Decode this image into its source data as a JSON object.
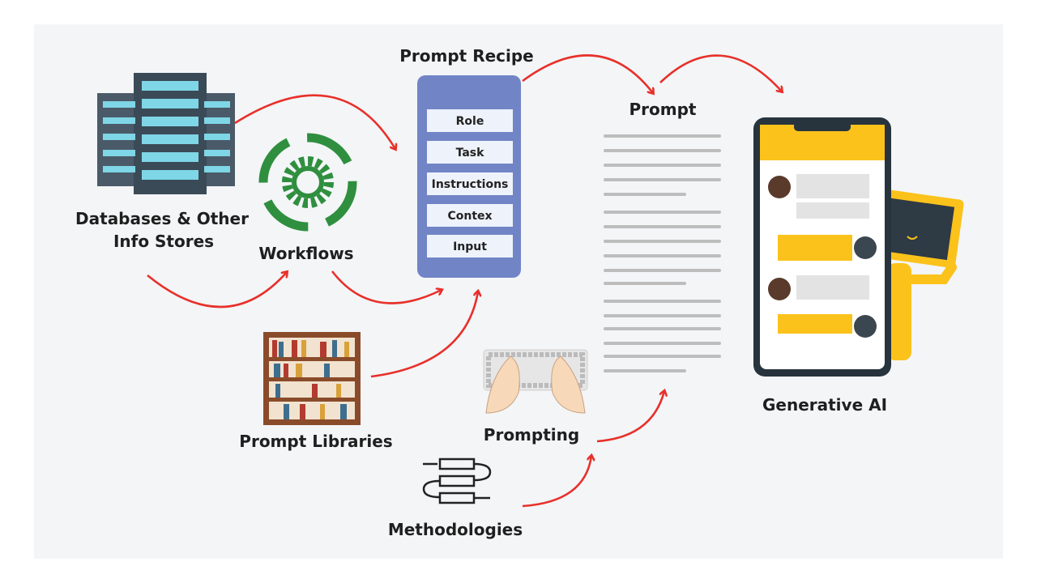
{
  "labels": {
    "prompt_recipe": "Prompt Recipe",
    "prompt": "Prompt",
    "databases_line1": "Databases & Other",
    "databases_line2": "Info Stores",
    "workflows": "Workflows",
    "prompt_libraries": "Prompt Libraries",
    "prompting": "Prompting",
    "methodologies": "Methodologies",
    "generative_ai": "Generative AI"
  },
  "recipe_items": [
    "Role",
    "Task",
    "Instructions",
    "Contex",
    "Input"
  ],
  "colors": {
    "arrow": "#e8302a",
    "recipe": "#7184c6",
    "workflow": "#2f8f3f",
    "phone_accent": "#fbc21b",
    "background": "#f3f5f7"
  }
}
